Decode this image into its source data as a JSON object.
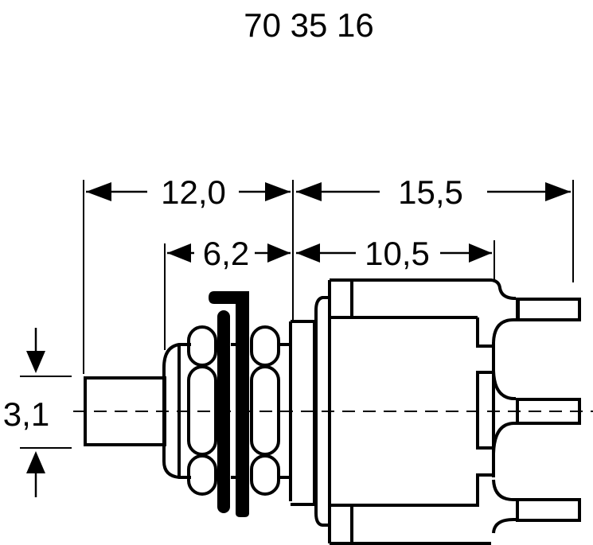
{
  "title": "70 35 16",
  "dimensions": {
    "overall_front_length": "12,0",
    "body_length": "15,5",
    "bushing_length": "6,2",
    "housing_length": "10,5",
    "actuator_diameter": "3,1"
  },
  "colors": {
    "line": "#000000",
    "background": "#ffffff"
  },
  "units_implied": "mm"
}
